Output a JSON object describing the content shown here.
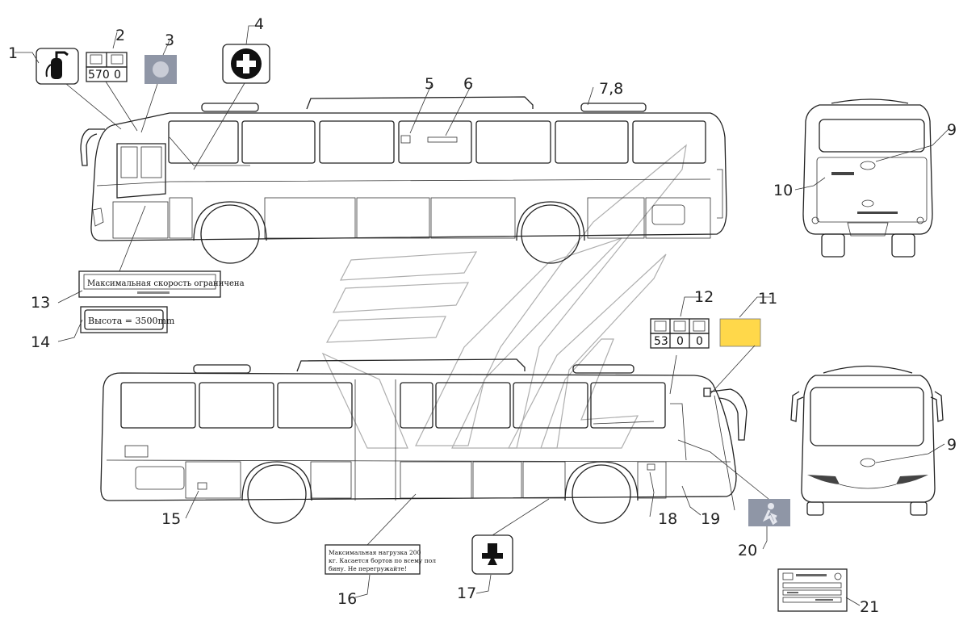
{
  "callouts": {
    "c1": "1",
    "c2": "2",
    "c3": "3",
    "c4": "4",
    "c5": "5",
    "c6": "6",
    "c78": "7,8",
    "c9a": "9",
    "c9b": "9",
    "c10": "10",
    "c11": "11",
    "c12": "12",
    "c13": "13",
    "c14": "14",
    "c15": "15",
    "c16": "16",
    "c17": "17",
    "c18": "18",
    "c19": "19",
    "c20": "20",
    "c21": "21"
  },
  "labels": {
    "seat_count_top": "570",
    "seat_count_top_b": "0",
    "seat_counts_12": [
      "53",
      "0",
      "0"
    ],
    "speed_limit_text": "Максимальная скорость ограничена",
    "height_text": "Высота = 3500mm",
    "label16_lines": [
      "Максимальная      нагрузка  200",
      "кг.  Касается  бортов  по  всему  пол",
      "бину.  Не  перегружайте!"
    ]
  },
  "icons": {
    "i1": "fire-extinguisher-icon",
    "i3": "emergency-exit-icon",
    "i4": "first-aid-icon",
    "i17": "luggage-hold-icon",
    "i20": "walking-person-icon"
  },
  "colors": {
    "line": "#222222",
    "watermark": "#9a9a9a",
    "label11": "#ffd84a",
    "icon_grey": "#8f96a6"
  }
}
